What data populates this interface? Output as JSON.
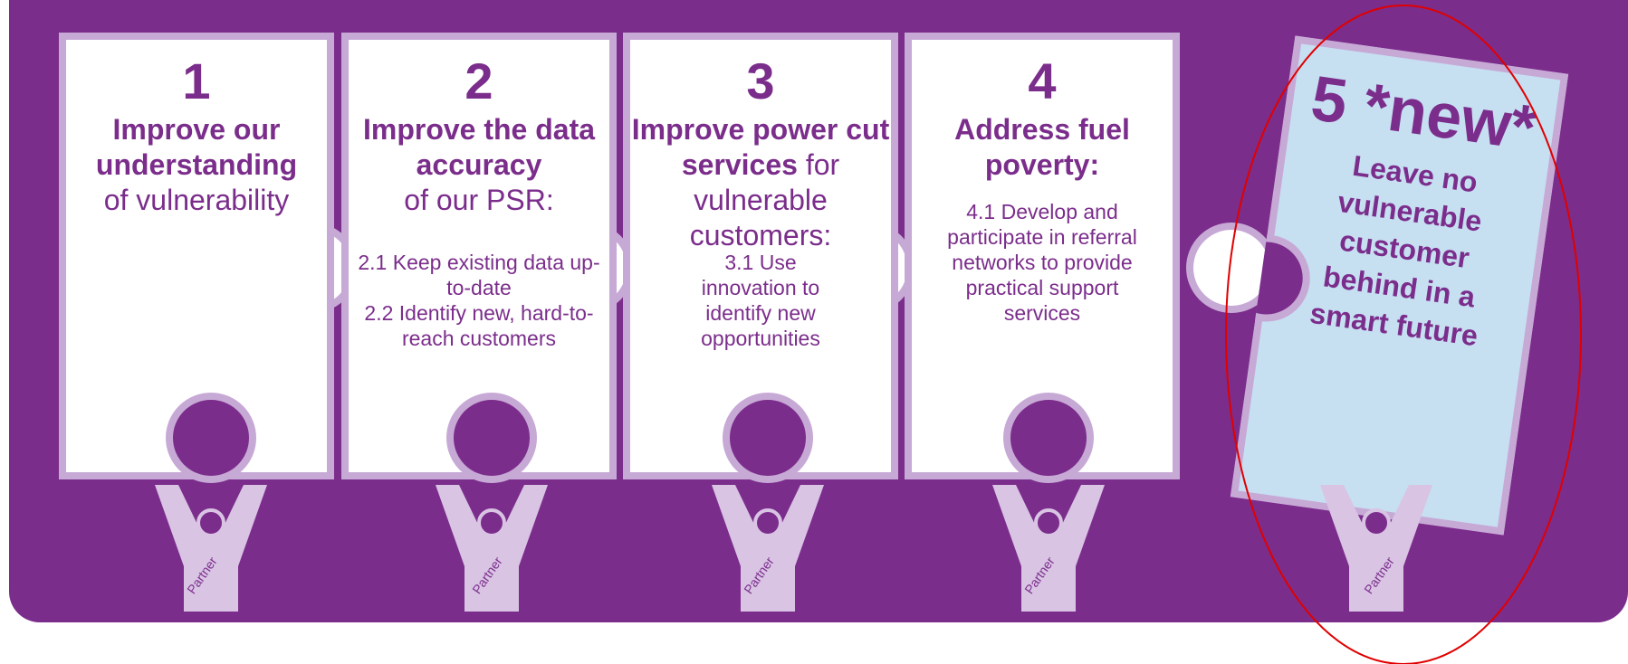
{
  "colors": {
    "purple": "#7b2d8b",
    "lilac": "#c7a9d6",
    "paleBlue": "#c6dff1",
    "circle": "#e00000"
  },
  "steps": [
    {
      "num": "1",
      "head_bold": "Improve our understanding",
      "head_rest": "of vulnerability",
      "sub": ""
    },
    {
      "num": "2",
      "head_bold": "Improve the data accuracy",
      "head_rest": "of our PSR:",
      "sub": "2.1 Keep existing data up-to-date\n2.2 Identify new, hard-to-reach customers"
    },
    {
      "num": "3",
      "head_bold": "Improve power cut services",
      "head_rest": " for vulnerable customers:",
      "sub": "3.1 Use innovation to identify new opportunities"
    },
    {
      "num": "4",
      "head_bold": "Address fuel poverty:",
      "head_rest": "",
      "sub": "4.1 Develop and participate in referral networks to provide practical support services"
    }
  ],
  "step5": {
    "num": "5 *new*",
    "text": "Leave no vulnerable customer behind in a smart future"
  },
  "partner_label": "Partner",
  "icons": [
    "puzzle-connector-icon",
    "person-arms-raised-icon",
    "circle-highlight-icon"
  ]
}
